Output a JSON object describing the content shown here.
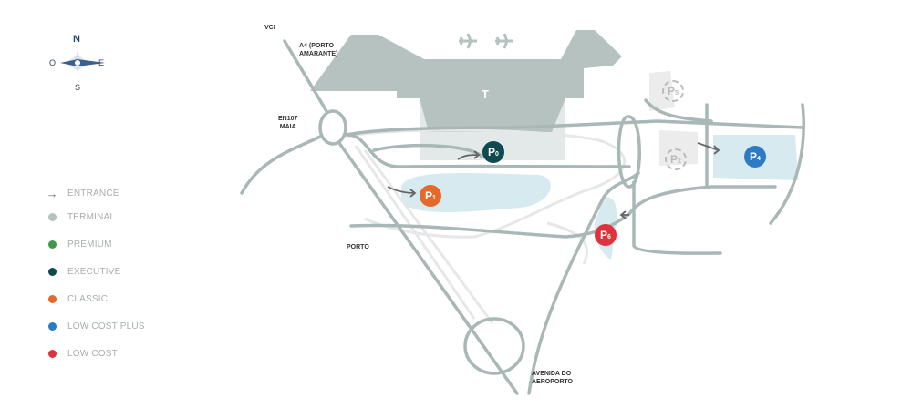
{
  "compass": {
    "n": "N",
    "s": "S",
    "e": "E",
    "w": "O"
  },
  "legend": [
    {
      "label": "ENTRANCE",
      "icon": "arrow-right-icon",
      "color": "#666666"
    },
    {
      "label": "TERMINAL",
      "color": "#b5c2c0"
    },
    {
      "label": "PREMIUM",
      "color": "#3d9a4a"
    },
    {
      "label": "EXECUTIVE",
      "color": "#0e4a4e"
    },
    {
      "label": "CLASSIC",
      "color": "#e4692a"
    },
    {
      "label": "LOW COST PLUS",
      "color": "#2a7bc4"
    },
    {
      "label": "LOW COST",
      "color": "#e0323d"
    }
  ],
  "roads": {
    "vci": "VCI",
    "a4_line1": "A4 (PORTO",
    "a4_line2": "AMARANTE)",
    "en107_line1": "EN107",
    "en107_line2": "MAIA",
    "porto": "PORTO",
    "avenida_line1": "AVENIDA DO",
    "avenida_line2": "AEROPORTO"
  },
  "terminal_label": "T",
  "parkings": [
    {
      "p": "P",
      "n": "0",
      "color": "#0e4a4e"
    },
    {
      "p": "P",
      "n": "1",
      "color": "#e4692a"
    },
    {
      "p": "P",
      "n": "2",
      "color": "#bbbbbb",
      "dashed": true
    },
    {
      "p": "P",
      "n": "4",
      "color": "#2a7bc4"
    },
    {
      "p": "P",
      "n": "5",
      "color": "#bbbbbb",
      "dashed": true
    },
    {
      "p": "P",
      "n": "6",
      "color": "#e0323d"
    }
  ]
}
